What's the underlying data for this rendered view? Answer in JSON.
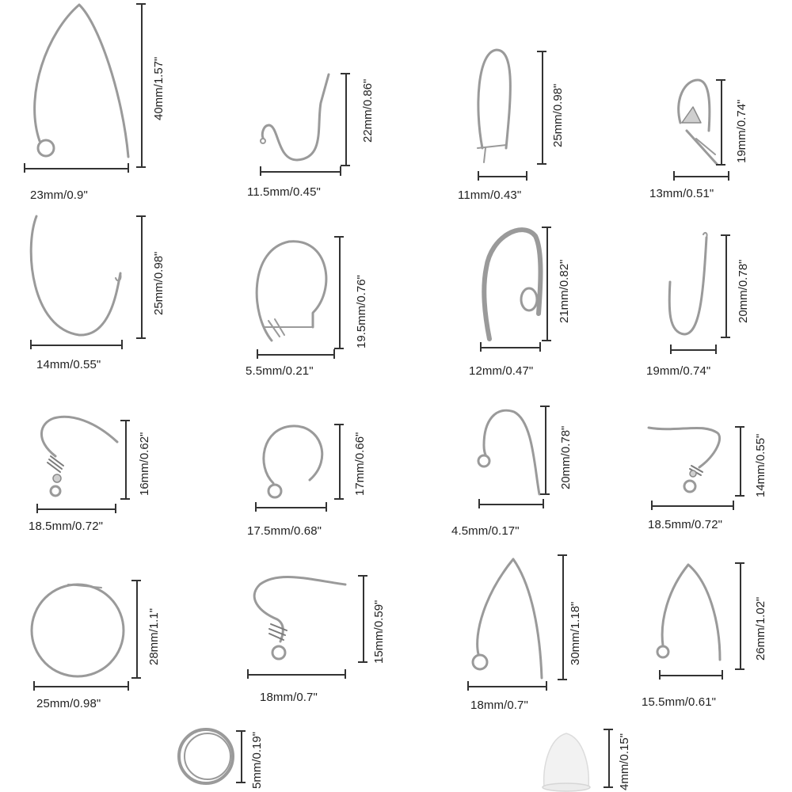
{
  "items": [
    {
      "name": "large-marquise-hook",
      "width": "23mm/0.9\"",
      "height": "40mm/1.57\""
    },
    {
      "name": "fish-hook-small",
      "width": "11.5mm/0.45\"",
      "height": "22mm/0.86\""
    },
    {
      "name": "kidney-wire",
      "width": "11mm/0.43\"",
      "height": "25mm/0.98\""
    },
    {
      "name": "leverback",
      "width": "13mm/0.51\"",
      "height": "19mm/0.74\""
    },
    {
      "name": "open-u-hook",
      "width": "14mm/0.55\"",
      "height": "25mm/0.98\""
    },
    {
      "name": "round-kidney",
      "width": "5.5mm/0.21\"",
      "height": "19.5mm/0.76\""
    },
    {
      "name": "flat-french-hook",
      "width": "12mm/0.47\"",
      "height": "21mm/0.82\""
    },
    {
      "name": "j-hook",
      "width": "19mm/0.74\"",
      "height": "20mm/0.78\""
    },
    {
      "name": "coil-ball-hook",
      "width": "18.5mm/0.72\"",
      "height": "16mm/0.62\""
    },
    {
      "name": "round-loop-hook",
      "width": "17.5mm/0.68\"",
      "height": "17mm/0.66\""
    },
    {
      "name": "french-hook-loop",
      "width": "4.5mm/0.17\"",
      "height": "20mm/0.78\""
    },
    {
      "name": "flat-coil-hook",
      "width": "18.5mm/0.72\"",
      "height": "14mm/0.55\""
    },
    {
      "name": "hoop-wire",
      "width": "25mm/0.98\"",
      "height": "28mm/1.1\""
    },
    {
      "name": "coil-spring-hook",
      "width": "18mm/0.7\"",
      "height": "15mm/0.59\""
    },
    {
      "name": "tall-marquise-hook",
      "width": "18mm/0.7\"",
      "height": "30mm/1.18\""
    },
    {
      "name": "marquise-hook",
      "width": "15.5mm/0.61\"",
      "height": "26mm/1.02\""
    },
    {
      "name": "jump-ring",
      "width": "",
      "height": "5mm/0.19\""
    },
    {
      "name": "rubber-back",
      "width": "",
      "height": "4mm/0.15\""
    }
  ]
}
